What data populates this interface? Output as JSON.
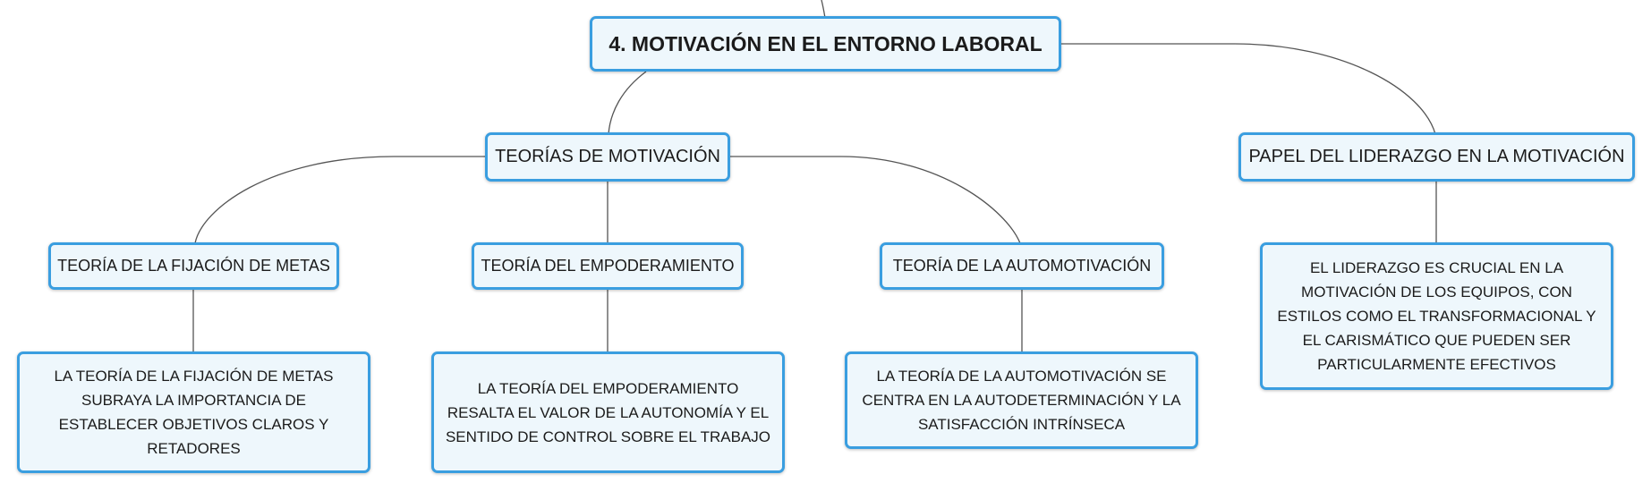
{
  "root": {
    "label": "4. MOTIVACIÓN EN EL ENTORNO LABORAL"
  },
  "branches": {
    "theories": {
      "label": "TEORÍAS DE MOTIVACIÓN",
      "children": [
        {
          "label": "TEORÍA DE LA FIJACIÓN DE METAS",
          "detail": "LA TEORÍA DE LA FIJACIÓN DE METAS SUBRAYA LA IMPORTANCIA DE ESTABLECER OBJETIVOS CLAROS Y RETADORES"
        },
        {
          "label": "TEORÍA DEL EMPODERAMIENTO",
          "detail": "LA TEORÍA DEL EMPODERAMIENTO RESALTA EL VALOR DE LA AUTONOMÍA Y EL SENTIDO DE CONTROL SOBRE EL TRABAJO"
        },
        {
          "label": "TEORÍA DE LA AUTOMOTIVACIÓN",
          "detail": "LA TEORÍA DE LA AUTOMOTIVACIÓN SE CENTRA EN LA AUTODETERMINACIÓN Y LA SATISFACCIÓN INTRÍNSECA"
        }
      ]
    },
    "leadership": {
      "label": "PAPEL DEL LIDERAZGO EN LA MOTIVACIÓN",
      "detail": "EL LIDERAZGO ES CRUCIAL EN LA MOTIVACIÓN DE LOS EQUIPOS, CON ESTILOS COMO EL TRANSFORMACIONAL Y EL CARISMÁTICO QUE PUEDEN SER PARTICULARMENTE EFECTIVOS"
    }
  },
  "colors": {
    "node_border": "#3a9ee0",
    "node_fill": "#eef7fc",
    "connector": "#555555"
  }
}
